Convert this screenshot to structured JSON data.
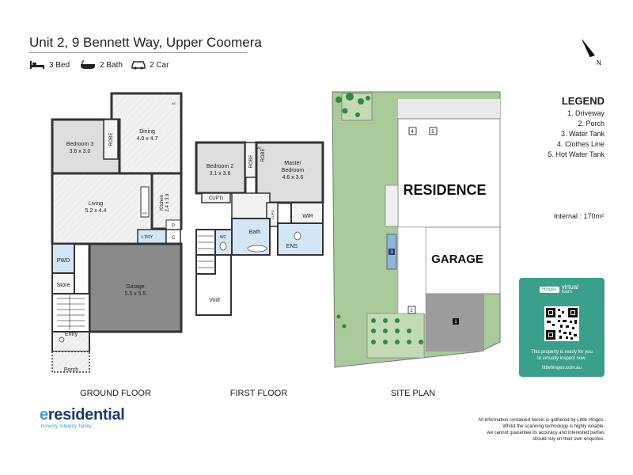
{
  "header": {
    "address": "Unit 2, 9 Bennett Way, Upper Coomera",
    "specs": [
      {
        "icon": "bed-icon",
        "label": "3 Bed"
      },
      {
        "icon": "bathtub-icon",
        "label": "2 Bath"
      },
      {
        "icon": "car-icon",
        "label": "2 Car"
      }
    ]
  },
  "compass": {
    "label": "N"
  },
  "ground_floor": {
    "label": "GROUND FLOOR",
    "rooms": {
      "dining_name": "Dining",
      "dining_size": "4.0 x 4.7",
      "bed3_name": "Bedroom 3",
      "bed3_size": "3.6 x 3.0",
      "robe": "ROBE",
      "living_name": "Living",
      "living_size": "5.2 x 4.4",
      "kitchen_name": "Kitchen",
      "kitchen_size": "2.4 x 3.9",
      "ldry": "L'DRY",
      "p": "P",
      "c": "C",
      "fr": "FR",
      "ac": "AC",
      "pwd": "PWD",
      "store": "Store",
      "garage_name": "Garage",
      "garage_size": "5.5 x 5.5",
      "entry": "Entry",
      "porch": "Porch"
    }
  },
  "first_floor": {
    "label": "FIRST FLOOR",
    "rooms": {
      "bed2_name": "Bedroom 2",
      "bed2_size": "3.1 x 3.6",
      "robe1": "ROBE",
      "robe2": "ROBE",
      "ac": "AC",
      "master_name1": "Master",
      "master_name2": "Bedroom",
      "master_size": "4.6 x 3.6",
      "cupd1": "CUP'D",
      "cupd2": "CUP'D",
      "wir": "WIR",
      "bath": "Bath",
      "wc": "WC",
      "ens": "ENS",
      "void": "Void"
    }
  },
  "site_plan": {
    "label": "SITE PLAN",
    "residence": "RESIDENCE",
    "garage": "GARAGE",
    "markers": {
      "driveway": "1",
      "porch": "2",
      "water_tank": "3",
      "clothes_line": "4",
      "hot_water": "5"
    }
  },
  "legend": {
    "title": "LEGEND",
    "items": [
      "1. Driveway",
      "2. Porch",
      "3. Water Tank",
      "4. Clothes Line",
      "5. Hot Water Tank"
    ]
  },
  "internal": "Internal : 170m²",
  "virtual_tour": {
    "brand": "Hinges",
    "product_line1": "virtual",
    "product_line2": "tours",
    "message_line1": "This property is ready for you",
    "message_line2": "to virtually inspect now.",
    "url": "littlehinges.com.au"
  },
  "footer": {
    "brand_e": "e",
    "brand_rest": "residential",
    "tagline": "honesty. integrity. family.",
    "disclaimer": [
      "All information contained herein is gathered by Little Hinges.",
      "Whilst the scanning technology is highly reliable,",
      "we cannot guarantee its accuracy and interested parties",
      "should rely on their own enquiries."
    ]
  },
  "colors": {
    "wall": "#333333",
    "floor": "#f4f4f4",
    "bedroom": "#dedede",
    "garage": "#8a8a8a",
    "wet_area": "#d4e6f6",
    "lawn": "#a9c99a",
    "tree": "#2f8a3c",
    "driveway": "#9c9c9c",
    "qr_card": "#3a9f8b"
  }
}
